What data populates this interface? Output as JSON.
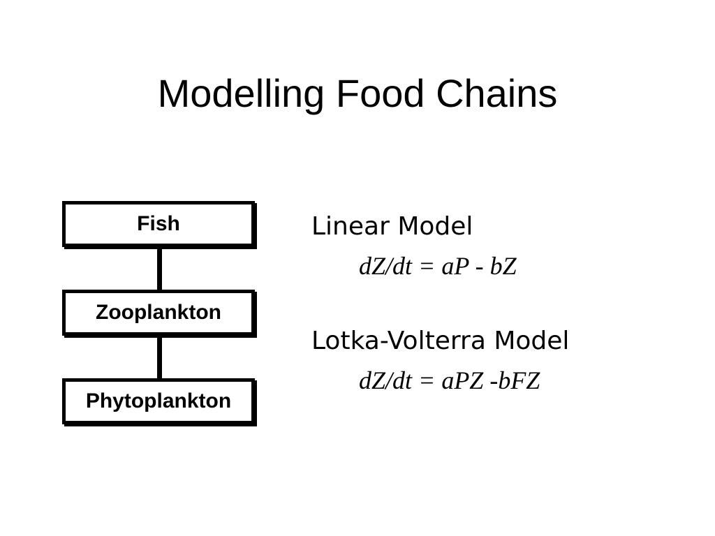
{
  "title": "Modelling Food Chains",
  "food_chain": {
    "levels": [
      {
        "label": "Fish"
      },
      {
        "label": "Zooplankton"
      },
      {
        "label": "Phytoplankton"
      }
    ]
  },
  "models": [
    {
      "name": "Linear Model",
      "equation": "dZ/dt = aP - bZ"
    },
    {
      "name": "Lotka-Volterra Model",
      "equation": "dZ/dt = aPZ -bFZ"
    }
  ]
}
